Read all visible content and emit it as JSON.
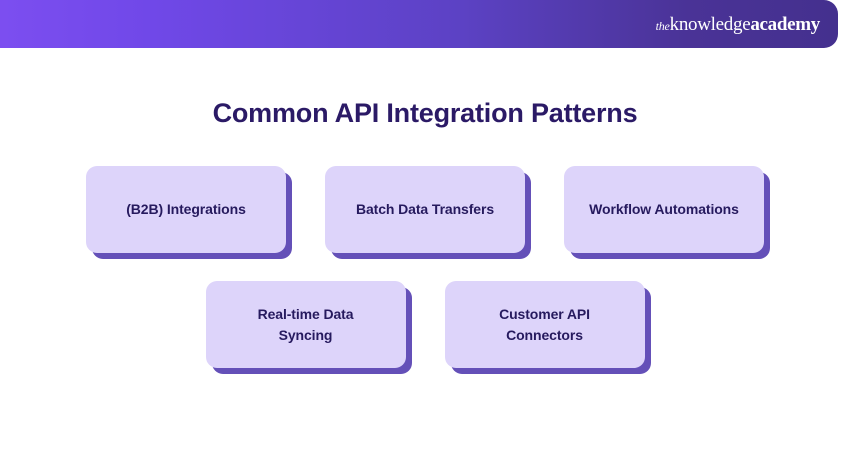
{
  "header": {
    "brand": {
      "prefix": "the",
      "middle": "knowledge",
      "suffix": "academy"
    },
    "gradient_start": "#7c4ef0",
    "gradient_end": "#44308e"
  },
  "title": "Common API Integration Patterns",
  "title_color": "#2b1a66",
  "cards": {
    "fill_color": "#ddd4fa",
    "shadow_color": "#6450b8",
    "text_color": "#261a5e",
    "row_1": [
      {
        "label": "(B2B) Integrations"
      },
      {
        "label": "Batch Data Transfers"
      },
      {
        "label": "Workflow Automations"
      }
    ],
    "row_2": [
      {
        "label": "Real-time Data\nSyncing"
      },
      {
        "label": "Customer API\nConnectors"
      }
    ]
  }
}
